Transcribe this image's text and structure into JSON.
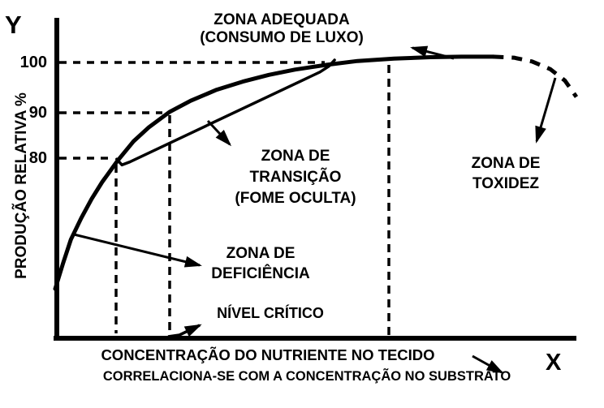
{
  "figure": {
    "background": "#ffffff",
    "ink_color": "#000000",
    "y_axis_symbol": "Y",
    "x_axis_symbol": "X",
    "y_axis_title": "PRODUÇÃO RELATIVA %",
    "y_ticks": [
      "100",
      "90",
      "80"
    ],
    "x_axis_title": "CONCENTRAÇÃO DO NUTRIENTE NO TECIDO",
    "x_axis_subtitle": "CORRELACIONA-SE COM A CONCENTRAÇÃO NO SUBSTRATO",
    "labels": {
      "adequada_line1": "ZONA ADEQUADA",
      "adequada_line2": "(CONSUMO DE LUXO)",
      "transicao_line1": "ZONA DE",
      "transicao_line2": "TRANSIÇÃO",
      "transicao_line3": "(FOME OCULTA)",
      "toxidez_line1": "ZONA DE",
      "toxidez_line2": "TOXIDEZ",
      "deficiencia_line1": "ZONA DE",
      "deficiencia_line2": "DEFICIÊNCIA",
      "nivel_critico": "NÍVEL CRÍTICO"
    }
  },
  "chart_data": {
    "type": "line",
    "title": "",
    "xlabel": "CONCENTRAÇÃO DO NUTRIENTE NO TECIDO",
    "xlabel_note": "CORRELACIONA-SE COM A CONCENTRAÇÃO NO SUBSTRATO",
    "ylabel": "PRODUÇÃO RELATIVA %",
    "x_scale_note": "eixo X sem escala numérica; valores em % da largura plotada",
    "y_ticks": [
      100,
      90,
      80
    ],
    "grid": "linhas tracejadas de referência em y = 80, 90 e 100",
    "vertical_guides_x_pct": [
      11.8,
      22,
      64
    ],
    "legend_position": "none",
    "series": [
      {
        "name": "curva de resposta (sólida)",
        "style": "solid",
        "x_pct": [
          0,
          1.5,
          3,
          5,
          7,
          9,
          12,
          15,
          18,
          22,
          26,
          31,
          36,
          41,
          46,
          52,
          58,
          65,
          72,
          78,
          84
        ],
        "y": [
          52.7,
          58,
          63,
          67.5,
          71.5,
          75,
          79.5,
          83.5,
          86.5,
          89.7,
          92,
          94.3,
          96,
          97.4,
          98.5,
          99.5,
          100.3,
          100.8,
          101.1,
          101.2,
          101.2
        ]
      },
      {
        "name": "trecho tracejado (declínio por toxidez)",
        "style": "dashed",
        "x_pct": [
          84,
          88,
          91.5,
          95,
          97.8,
          100
        ],
        "y": [
          101.2,
          101,
          100.2,
          98.6,
          96.2,
          92.8
        ]
      },
      {
        "name": "limite inferior da zona de transição",
        "style": "solid-thin",
        "x_pct": [
          11.8,
          12.8,
          14.3,
          50.8,
          52.5,
          53.6
        ],
        "y": [
          79.8,
          78.6,
          79.2,
          98,
          99.2,
          100.5
        ]
      }
    ],
    "zones": [
      {
        "label": "ZONA DE DEFICIÊNCIA",
        "x_pct_range": [
          0,
          22
        ]
      },
      {
        "label": "ZONA DE TRANSIÇÃO (FOME OCULTA)",
        "x_pct_range": [
          11.8,
          53.6
        ]
      },
      {
        "label": "ZONA ADEQUADA (CONSUMO DE LUXO)",
        "x_pct_range": [
          22,
          64
        ]
      },
      {
        "label": "ZONA DE TOXIDEZ",
        "x_pct_range": [
          64,
          100
        ]
      }
    ],
    "annotations": [
      {
        "label": "NÍVEL CRÍTICO",
        "x_pct": 22,
        "y": 90
      }
    ]
  }
}
